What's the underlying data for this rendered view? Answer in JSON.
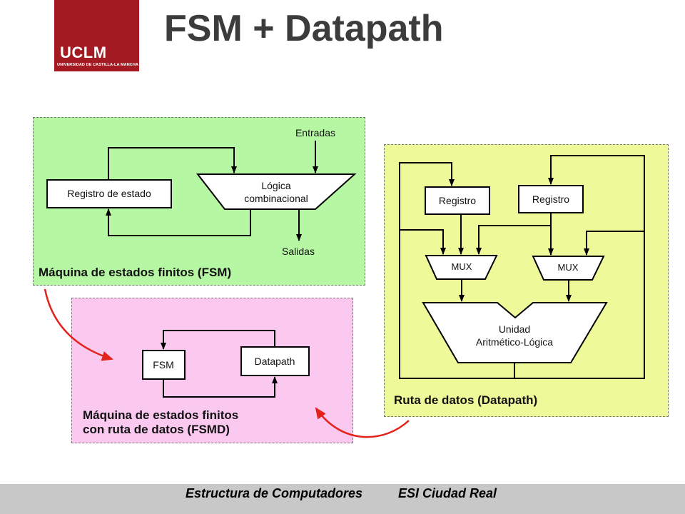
{
  "header": {
    "title": "FSM + Datapath",
    "logo": {
      "name": "UCLM",
      "subtitle": "UNIVERSIDAD DE CASTILLA-LA MANCHA"
    }
  },
  "fsm_panel": {
    "caption": "Máquina de estados finitos (FSM)",
    "state_register": "Registro de estado",
    "logic_line1": "Lógica",
    "logic_line2": "combinacional",
    "inputs_label": "Entradas",
    "outputs_label": "Salidas"
  },
  "fsmd_panel": {
    "caption_line1": "Máquina de estados finitos",
    "caption_line2": "con ruta de datos (FSMD)",
    "fsm_box": "FSM",
    "datapath_box": "Datapath"
  },
  "datapath_panel": {
    "caption": "Ruta de datos (Datapath)",
    "register_left": "Registro",
    "register_right": "Registro",
    "mux_left": "MUX",
    "mux_right": "MUX",
    "alu_line1": "Unidad",
    "alu_line2": "Aritmético-Lógica"
  },
  "footer": {
    "course": "Estructura de Computadores",
    "school": "ESI Ciudad Real"
  },
  "colors": {
    "fsm_panel_bg": "#b6f7a3",
    "fsmd_panel_bg": "#fbc8f0",
    "datapath_panel_bg": "#eef99a",
    "logo_bg": "#a31a22",
    "curve_arrows": "#e3221b",
    "footer_bg": "#c8c8c8"
  }
}
